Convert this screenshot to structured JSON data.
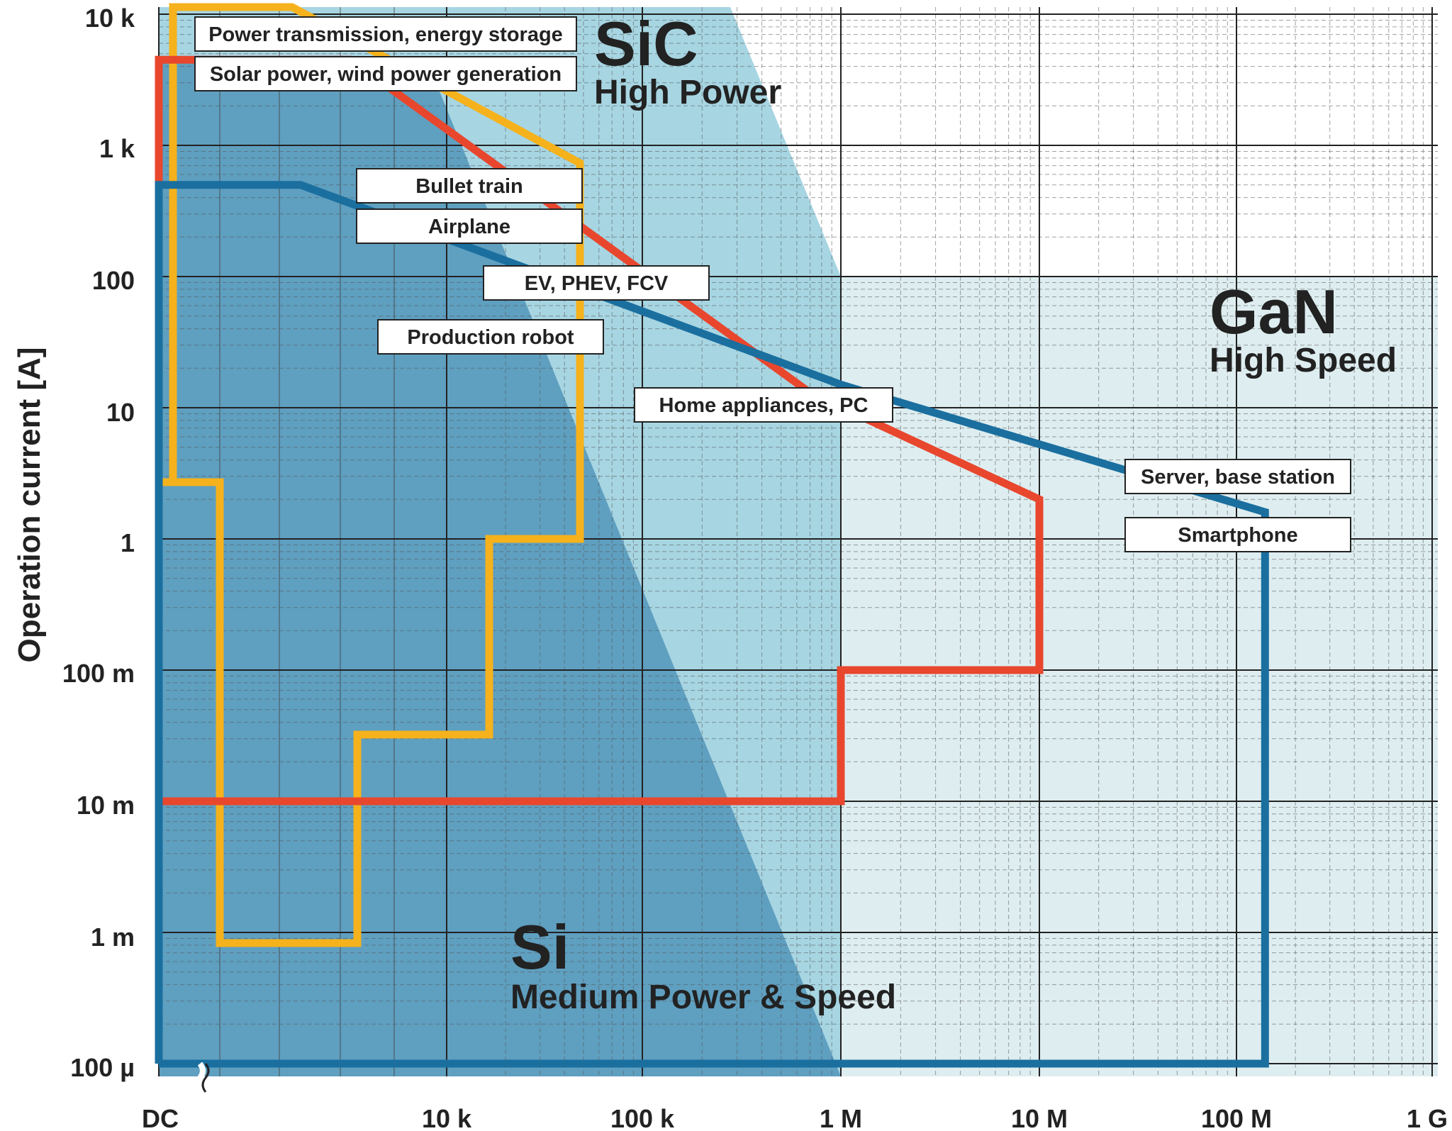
{
  "chart_data": {
    "type": "line",
    "xlabel": "",
    "ylabel": "Operation current [A]",
    "x_scale": "log (decades, starting at DC)",
    "y_scale": "log",
    "x_ticks": [
      "DC",
      "10 k",
      "100 k",
      "1 M",
      "10 M",
      "100 M",
      "1 G"
    ],
    "y_ticks": [
      "10 k",
      "1 k",
      "100",
      "10",
      "1",
      "100 m",
      "10 m",
      "1 m",
      "100 µ"
    ],
    "grid": true,
    "regions": [
      {
        "name": "SiC",
        "subtitle": "High Power",
        "color": "#a7d5e2"
      },
      {
        "name": "GaN",
        "subtitle": "High Speed",
        "color": "#deedf0"
      },
      {
        "name": "Si",
        "subtitle": "Medium Power & Speed",
        "color": "#5f9fc0"
      }
    ],
    "series": [
      {
        "color": "#f5b21c",
        "x": [
          100,
          100,
          1000,
          50000,
          50000,
          20000,
          20000,
          5000,
          5000,
          300,
          300,
          100,
          100
        ],
        "y": [
          2.7,
          10000,
          10000,
          700,
          1,
          1,
          0.033,
          0.033,
          0.001,
          0.001,
          2.7,
          2.7,
          2.7
        ]
      },
      {
        "color": "#e8472e",
        "x": [
          0,
          0,
          1000,
          700000,
          10000000,
          10000000,
          1000000,
          1000000,
          0
        ],
        "y": [
          0.01,
          4500,
          4500,
          13,
          2,
          0.1,
          0.1,
          0.01,
          0.01
        ]
      },
      {
        "color": "#1a6f9f",
        "x": [
          0,
          0,
          300,
          1000000,
          140000000,
          140000000,
          0
        ],
        "y": [
          0.0001,
          500,
          500,
          15,
          1.6,
          0.0001,
          0.0001
        ]
      }
    ],
    "annotations": [
      "Power transmission, energy storage",
      "Solar power, wind power generation",
      "Bullet train",
      "Airplane",
      "EV, PHEV, FCV",
      "Production robot",
      "Home appliances, PC",
      "Server, base station",
      "Smartphone"
    ]
  }
}
